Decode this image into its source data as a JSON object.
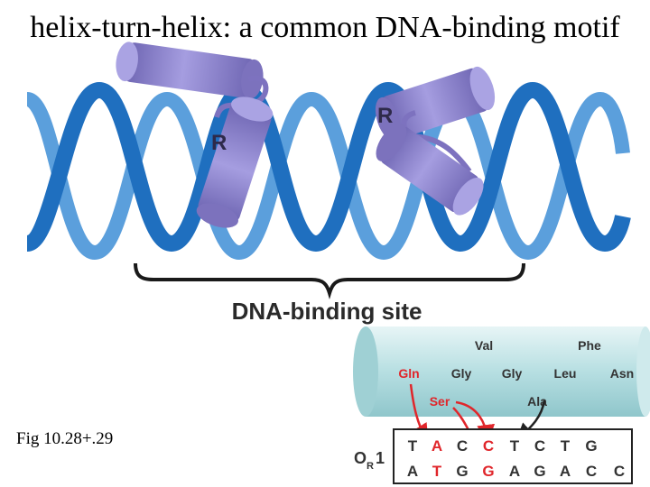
{
  "title": "helix-turn-helix: a common DNA-binding motif",
  "figure_caption": "Fig 10.28+.29",
  "helix_labels": [
    "R",
    "R"
  ],
  "binding_site_label": "DNA-binding site",
  "protein": {
    "row1": [
      "Val",
      "Phe"
    ],
    "row2": [
      "Gln",
      "Gly",
      "Gly",
      "Leu",
      "Asn"
    ],
    "row3": [
      "Ser",
      "Ala"
    ]
  },
  "operator": {
    "label_main": "O",
    "label_sub": "R",
    "label_num": "1",
    "top": [
      "T",
      "A",
      "C",
      "C",
      "T",
      "C",
      "T",
      "G"
    ],
    "bottom": [
      "A",
      "T",
      "G",
      "G",
      "A",
      "G",
      "A",
      "C",
      "C"
    ]
  },
  "colors": {
    "dna_dark": "#1f6fbf",
    "dna_light": "#5b9fdc",
    "helix_cylinder": "#8d83c7",
    "highlight_red": "#e0262b",
    "protein_cylinder": "#bfe3e6"
  }
}
